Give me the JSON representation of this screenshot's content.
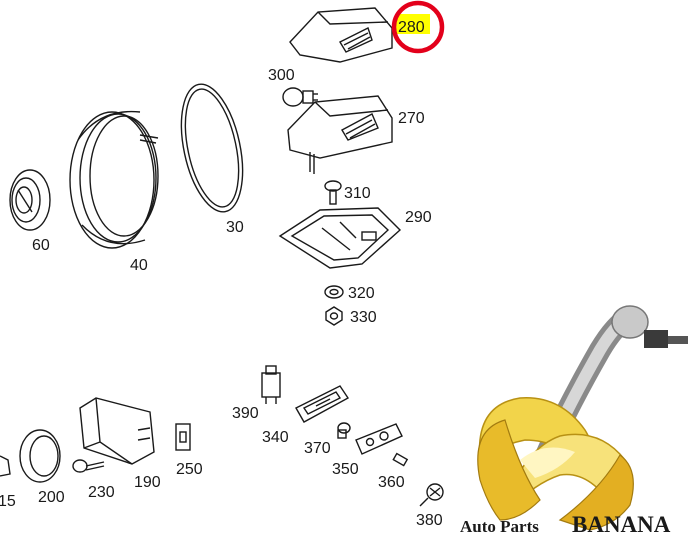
{
  "labels": {
    "p280": "280",
    "p300": "300",
    "p270": "270",
    "p310": "310",
    "p290": "290",
    "p320": "320",
    "p330": "330",
    "p60": "60",
    "p40": "40",
    "p30": "30",
    "p390": "390",
    "p340": "340",
    "p370": "370",
    "p350": "350",
    "p360": "360",
    "p380": "380",
    "p250": "250",
    "p190": "190",
    "p230": "230",
    "p200": "200",
    "p15": "15"
  },
  "highlight": {
    "label": "280",
    "marker_color": "#ffff00",
    "ring_color": "#e3001b"
  },
  "brand": {
    "line1": "Auto Parts",
    "line2": "BANANA",
    "color": "#b87912"
  }
}
